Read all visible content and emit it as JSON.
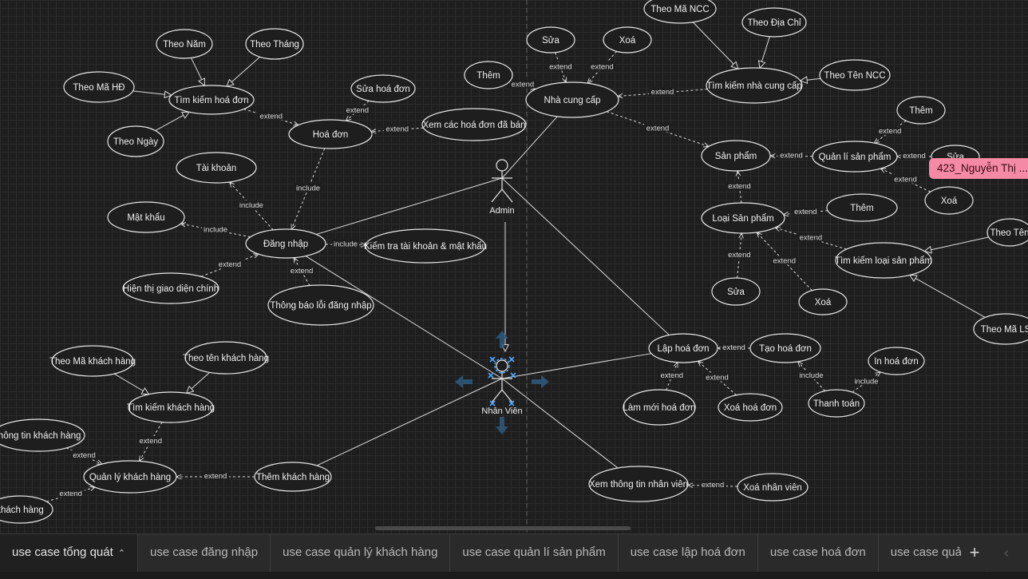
{
  "diagram": {
    "usecases": [
      {
        "id": "theo-nam",
        "label": "Theo Năm"
      },
      {
        "id": "theo-thang",
        "label": "Theo Tháng"
      },
      {
        "id": "theo-ma-hd",
        "label": "Theo Mã HĐ"
      },
      {
        "id": "tim-kiem-hoa-don",
        "label": "Tìm kiếm hoá đơn"
      },
      {
        "id": "theo-ngay",
        "label": "Theo Ngày"
      },
      {
        "id": "sua-hoa-don",
        "label": "Sửa hoá đơn"
      },
      {
        "id": "hoa-don",
        "label": "Hoá đơn"
      },
      {
        "id": "xem-cac-hoa-don",
        "label": "Xem các hoá đơn đã bán"
      },
      {
        "id": "tai-khoan",
        "label": "Tài khoản"
      },
      {
        "id": "mat-khau",
        "label": "Mật khẩu"
      },
      {
        "id": "dang-nhap",
        "label": "Đăng nhập"
      },
      {
        "id": "kiem-tra-tk-mk",
        "label": "Kiểm tra tài khoản & mật khẩu"
      },
      {
        "id": "hien-thi-giao-dien",
        "label": "Hiện thị giao diện chính"
      },
      {
        "id": "thong-bao-loi",
        "label": "Thông báo lỗi đăng nhập"
      },
      {
        "id": "ncc-sua",
        "label": "Sửa"
      },
      {
        "id": "ncc-xoa",
        "label": "Xoá"
      },
      {
        "id": "ncc-them",
        "label": "Thêm"
      },
      {
        "id": "nha-cung-cap",
        "label": "Nhà cung cấp"
      },
      {
        "id": "theo-ma-ncc",
        "label": "Theo Mã NCC"
      },
      {
        "id": "theo-dia-chi",
        "label": "Theo Địa Chỉ"
      },
      {
        "id": "tim-kiem-ncc",
        "label": "Tìm kiếm nhà cung cấp"
      },
      {
        "id": "theo-ten-ncc",
        "label": "Theo Tên NCC"
      },
      {
        "id": "san-pham",
        "label": "Sản phẩm"
      },
      {
        "id": "quan-li-san-pham",
        "label": "Quản lí sản phẩm"
      },
      {
        "id": "sp-them",
        "label": "Thêm"
      },
      {
        "id": "sp-sua",
        "label": "Sửa"
      },
      {
        "id": "sp-xoa",
        "label": "Xoá"
      },
      {
        "id": "loai-san-pham",
        "label": "Loại Sản phẩm"
      },
      {
        "id": "lsp-them",
        "label": "Thêm"
      },
      {
        "id": "tim-kiem-loai-sp",
        "label": "Tìm kiếm loại sản phẩm"
      },
      {
        "id": "theo-ten-lsp",
        "label": "Theo Tên"
      },
      {
        "id": "theo-ma-lsp",
        "label": "Theo Mã LS"
      },
      {
        "id": "lsp-sua",
        "label": "Sửa"
      },
      {
        "id": "lsp-xoa",
        "label": "Xoá"
      },
      {
        "id": "lap-hoa-don",
        "label": "Lập hoá đơn"
      },
      {
        "id": "tao-hoa-don",
        "label": "Tạo hoá đơn"
      },
      {
        "id": "in-hoa-don",
        "label": "In hoá đơn"
      },
      {
        "id": "thanh-toan",
        "label": "Thanh toán"
      },
      {
        "id": "lam-moi-hoa-don",
        "label": "Làm mới hoá đơn"
      },
      {
        "id": "xoa-hoa-don",
        "label": "Xoá hoá đơn"
      },
      {
        "id": "theo-ma-kh",
        "label": "Theo Mã khách hàng"
      },
      {
        "id": "theo-ten-kh",
        "label": "Theo tên khách hàng"
      },
      {
        "id": "tim-kiem-kh",
        "label": "Tìm kiếm khách hàng"
      },
      {
        "id": "thong-tin-kh",
        "label": "thông tin khách hàng"
      },
      {
        "id": "quan-ly-kh",
        "label": "Quản lý khách hàng"
      },
      {
        "id": "them-kh",
        "label": "Thêm khách hàng"
      },
      {
        "id": "kh-hang",
        "label": "khách hàng"
      },
      {
        "id": "xem-tt-nv",
        "label": "Xem thông tin nhân viên"
      },
      {
        "id": "xoa-nv",
        "label": "Xoá nhân viên"
      }
    ],
    "actors": [
      {
        "id": "admin",
        "label": "Admin"
      },
      {
        "id": "nhan-vien",
        "label": "Nhân Viên"
      }
    ],
    "relation_labels": {
      "extend": "extend",
      "include": "include"
    },
    "collaborator_tag": "423_Nguyễn Thị ..."
  },
  "tabs": {
    "items": [
      {
        "label": "use case tổng quát",
        "active": true
      },
      {
        "label": "use case đăng nhập",
        "active": false
      },
      {
        "label": "use case quản lý khách hàng",
        "active": false
      },
      {
        "label": "use case quản lí sản phẩm",
        "active": false
      },
      {
        "label": "use case lập hoá đơn",
        "active": false
      },
      {
        "label": "use case hoá đơn",
        "active": false
      },
      {
        "label": "use case quản l",
        "active": false
      }
    ],
    "add_icon": "+",
    "prev_icon": "‹"
  },
  "colors": {
    "canvas_bg": "#1e1e1e",
    "grid": "#2b2b2b",
    "stroke": "#e6e6e6",
    "selection": "#4da6ff",
    "collaborator": "#f48aa5"
  }
}
